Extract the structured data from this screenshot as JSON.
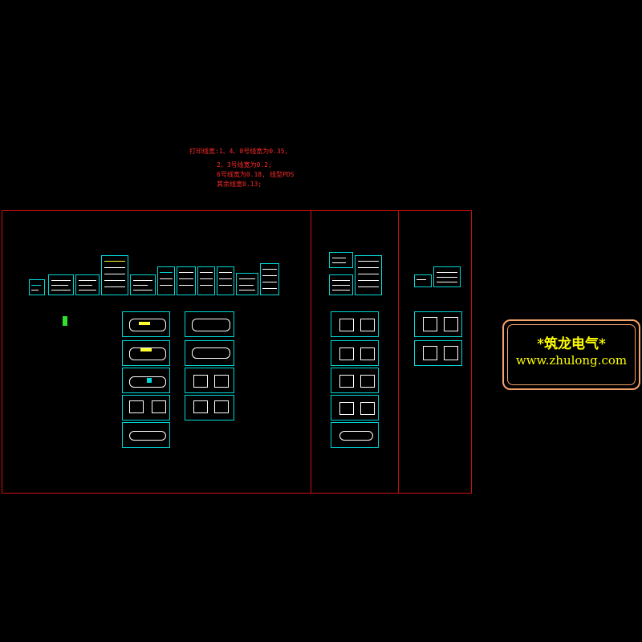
{
  "print_notes": [
    "打印线宽:1、4、8号线宽为0.35,",
    "2、3号线宽为0.2;",
    "6号线宽为0.18,",
    "其余线宽0.13;"
  ],
  "print_note_extra": "线型PDS",
  "watermark": {
    "brand": "*筑龙电气*",
    "url": "www.zhulong.com"
  },
  "colors": {
    "background": "#000000",
    "frame": "#d01010",
    "sheet_border": "#00d8d8",
    "note_text": "#ff2a2a",
    "logo_border": "#f3a36b",
    "logo_text": "#ffff00"
  }
}
